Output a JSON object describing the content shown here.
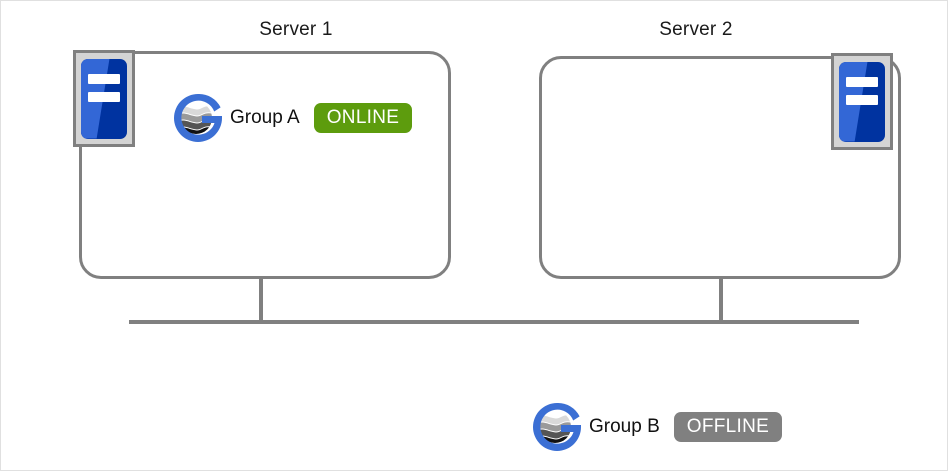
{
  "diagram": {
    "title": "server-cluster-group-status",
    "colors": {
      "line": "#808080",
      "online_badge": "#5d9c0d",
      "offline_badge": "#808080",
      "server_blue_light": "#3367d6",
      "server_blue_dark": "#0033a0",
      "server_chassis_frame": "#d4d4d4",
      "text": "#111111"
    },
    "servers": [
      {
        "title": "Server 1",
        "icon_name": "server-icon",
        "icon_position": "top-left",
        "group": {
          "logo_name": "group-globe-icon",
          "label": "Group A",
          "status": "ONLINE",
          "status_type": "online"
        }
      },
      {
        "title": "Server 2",
        "icon_name": "server-icon",
        "icon_position": "top-right",
        "group": null
      }
    ],
    "floating_group": {
      "logo_name": "group-globe-icon",
      "label": "Group B",
      "status": "OFFLINE",
      "status_type": "offline"
    }
  }
}
